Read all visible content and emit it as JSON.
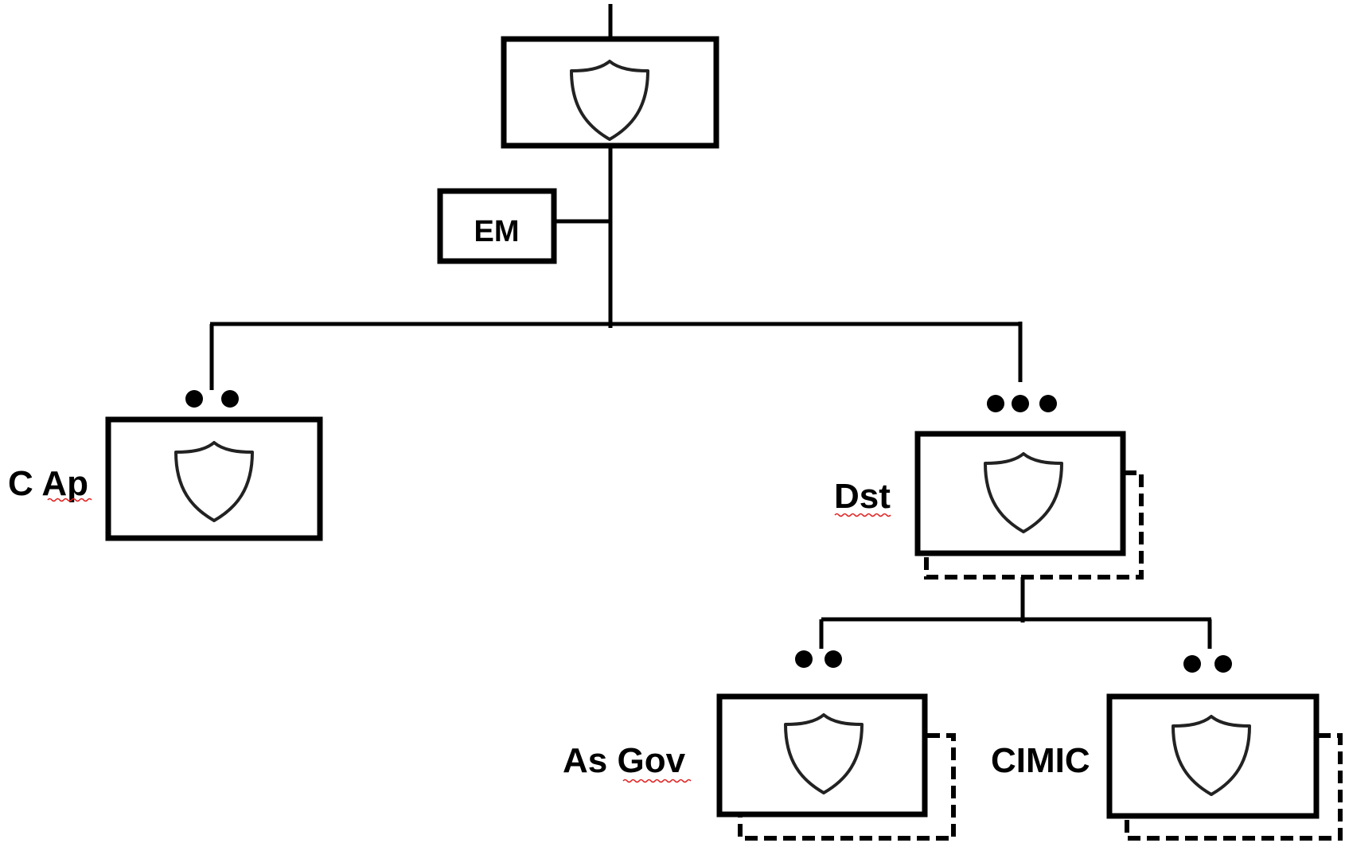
{
  "units": [
    {
      "id": "top",
      "label": "",
      "echelon_dots": 0
    },
    {
      "id": "capp",
      "label": "C Ap",
      "echelon_dots": 2
    },
    {
      "id": "dst",
      "label": "Dst",
      "echelon_dots": 3
    },
    {
      "id": "asgov",
      "label": "As Gov",
      "echelon_dots": 2
    },
    {
      "id": "cimic",
      "label": "CIMIC",
      "echelon_dots": 2
    }
  ],
  "staff": {
    "label": "EM"
  },
  "icons": {
    "unit_symbol": "shield-icon",
    "echelon": "dot-icon"
  }
}
